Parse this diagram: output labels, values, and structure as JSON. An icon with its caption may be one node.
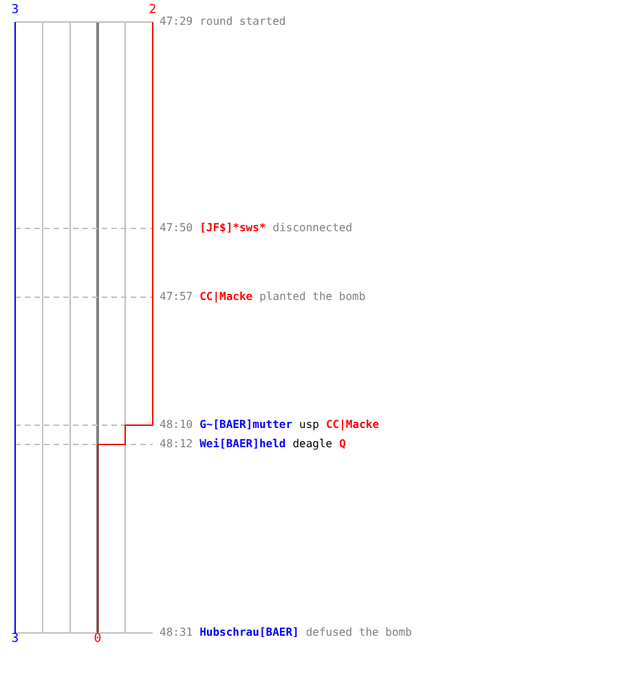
{
  "diagram": {
    "labels": [
      "3",
      "2",
      "47:29",
      "round started",
      "47:50",
      "[JF$]*sws*",
      "disconnected",
      "47:57",
      "CC|Macke",
      "planted the bomb",
      "48:10",
      "G~[BAER]mutter",
      "usp",
      "CC|Macke",
      "48:12",
      "Wei[BAER]held",
      "deagle",
      "Q",
      "48:31",
      "Hubschrau[BAER]",
      "defused the bomb",
      "3",
      "0"
    ]
  }
}
